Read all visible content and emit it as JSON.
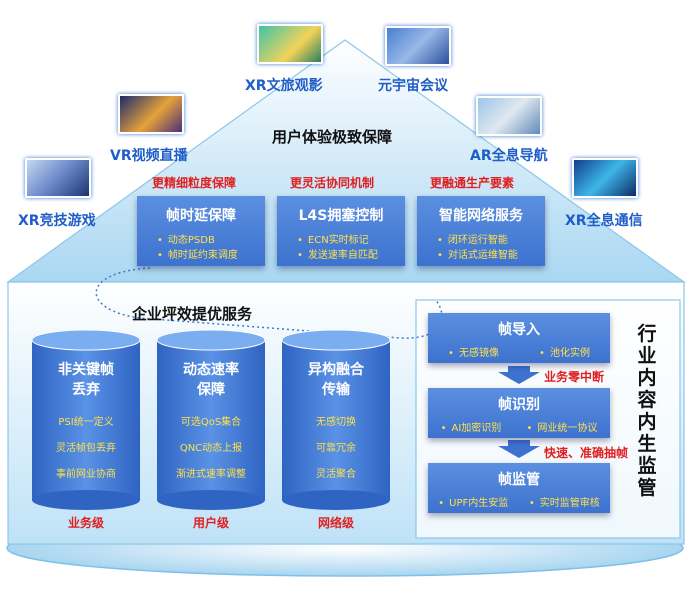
{
  "apps": {
    "xr_culture": "XR文旅观影",
    "metaverse": "元宇宙会议",
    "vr_live": "VR视频直播",
    "ar_nav": "AR全息导航",
    "xr_game": "XR竞技游戏",
    "xr_comm": "XR全息通信"
  },
  "top": {
    "title": "用户体验极致保障",
    "sub1": "更精细粒度保障",
    "sub2": "更灵活协同机制",
    "sub3": "更融通生产要素",
    "box1": {
      "title": "帧时延保障",
      "items": [
        "动态PSDB",
        "帧时延约束调度"
      ]
    },
    "box2": {
      "title": "L4S拥塞控制",
      "items": [
        "ECN实时标记",
        "发送速率自匹配"
      ]
    },
    "box3": {
      "title": "智能网络服务",
      "items": [
        "闭环运行智能",
        "对话式运维智能"
      ]
    }
  },
  "left": {
    "title": "企业坪效提优服务",
    "cyl1": {
      "title1": "非关键帧",
      "title2": "丢弃",
      "items": [
        "PSI统一定义",
        "灵活帧包丢弃",
        "事前网业协商"
      ],
      "label": "业务级"
    },
    "cyl2": {
      "title1": "动态速率",
      "title2": "保障",
      "items": [
        "可选QoS集合",
        "QNC动态上报",
        "渐进式速率调整"
      ],
      "label": "用户级"
    },
    "cyl3": {
      "title1": "异构融合",
      "title2": "传输",
      "items": [
        "无感切换",
        "可靠冗余",
        "灵活聚合"
      ],
      "label": "网络级"
    }
  },
  "right": {
    "vertical": [
      "行",
      "业",
      "内",
      "容",
      "内",
      "生",
      "监",
      "管"
    ],
    "box1": {
      "title": "帧导入",
      "items": [
        "无感镜像",
        "池化实例"
      ]
    },
    "arrow1": "业务零中断",
    "box2": {
      "title": "帧识别",
      "items": [
        "AI加密识别",
        "网业统一协议"
      ]
    },
    "arrow2": "快速、准确抽帧",
    "box3": {
      "title": "帧监管",
      "items": [
        "UPF内生安监",
        "实时监管审核"
      ]
    }
  },
  "colors": {
    "box_blue": "#4a80d8",
    "accent_red": "#e02020",
    "bullet_yellow": "#ffe14a",
    "app_blue": "#1f5ec8"
  }
}
